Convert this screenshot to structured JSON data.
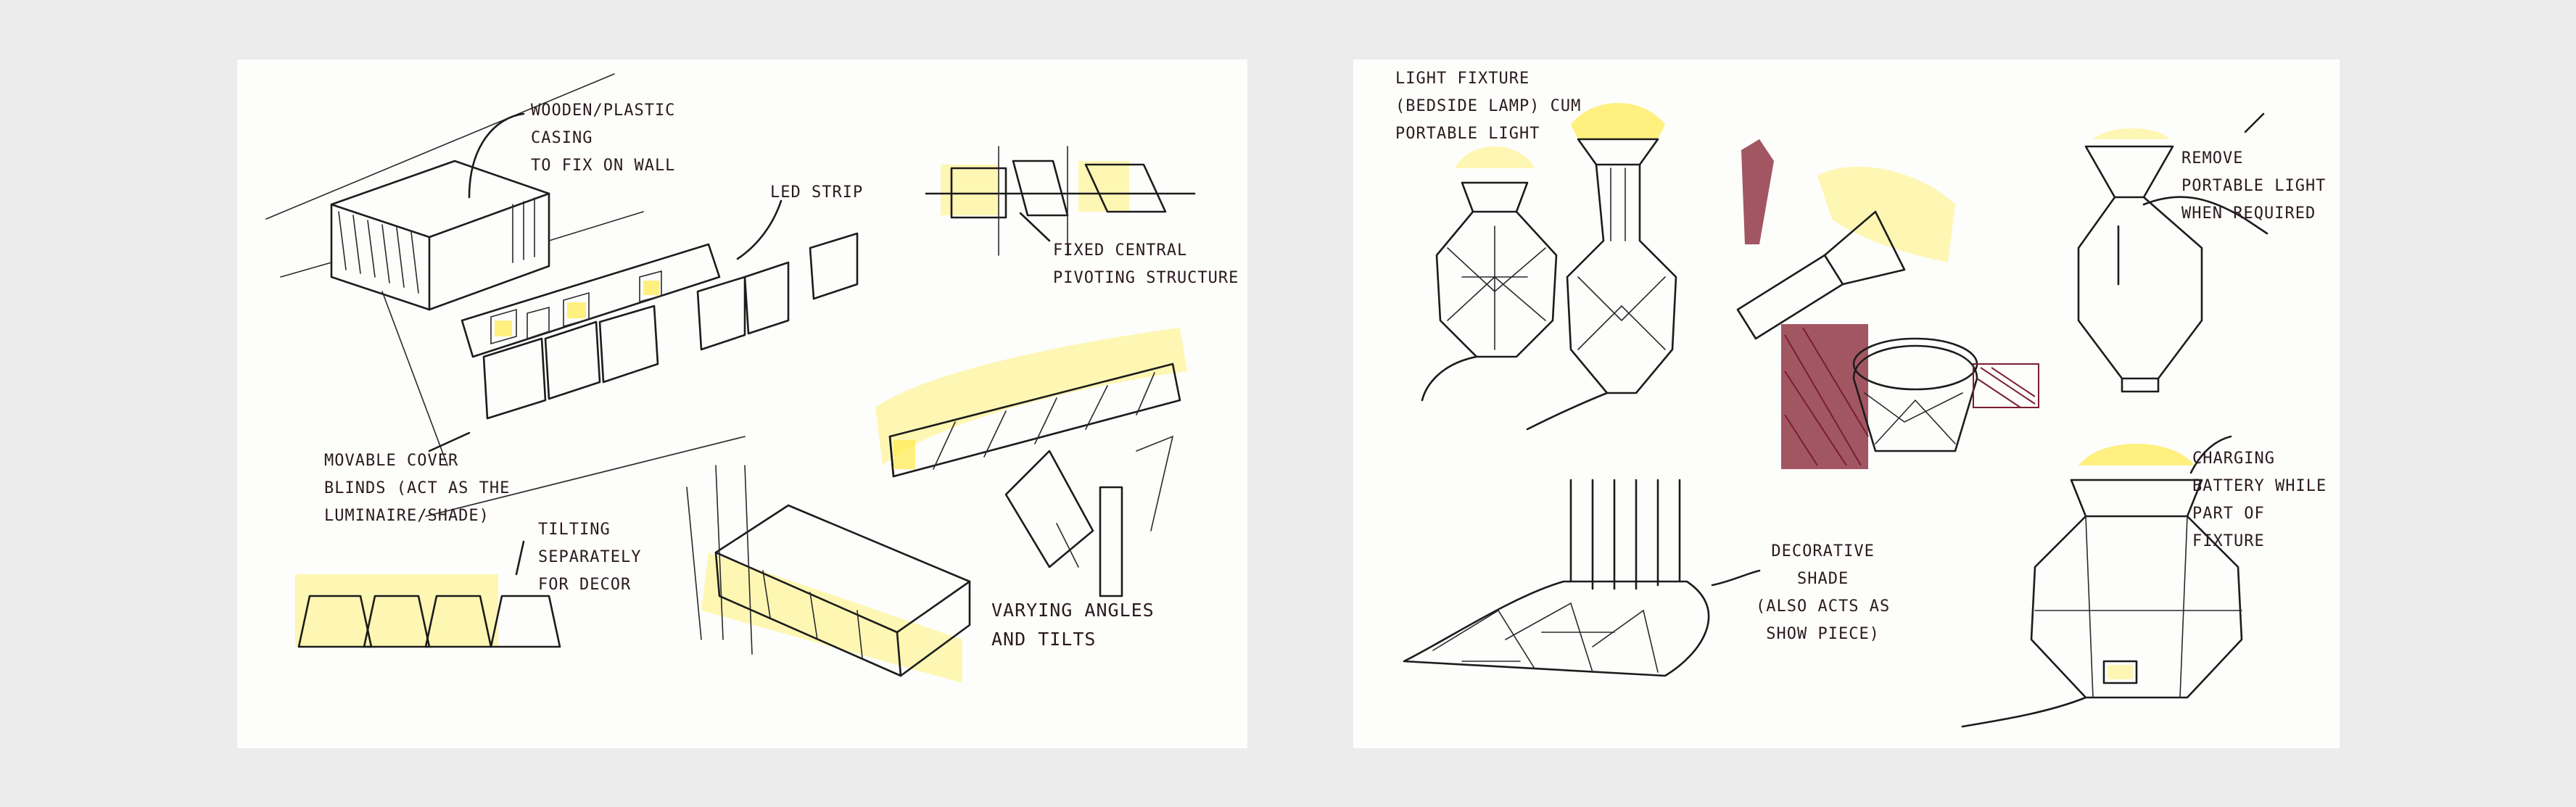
{
  "left_sheet": {
    "notes": {
      "casing": "WOODEN/PLASTIC\nCASING\nTO FIX ON WALL",
      "led_strip": "LED STRIP",
      "pivot": "FIXED CENTRAL\nPIVOTING STRUCTURE",
      "blinds": "MOVABLE COVER\nBLINDS (ACT AS THE\nLUMINAIRE/SHADE)",
      "tilting": "TILTING\nSEPARATELY\nFOR DECOR",
      "angles": "VARYING ANGLES\nAND TILTS"
    }
  },
  "right_sheet": {
    "notes": {
      "fixture": "LIGHT FIXTURE\n(BEDSIDE LAMP) CUM\nPORTABLE LIGHT",
      "remove": "REMOVE\nPORTABLE LIGHT\nWHEN REQUIRED",
      "decorative": "DECORATIVE\nSHADE\n(ALSO ACTS AS\nSHOW PIECE)",
      "charging": "CHARGING\nBATTERY WHILE\nPART OF\nFIXTURE"
    }
  },
  "colors": {
    "highlight": "#ffe94a",
    "ink": "#1c1c1c",
    "maroon": "#8b2c3c",
    "paper": "#fdfdfb"
  }
}
